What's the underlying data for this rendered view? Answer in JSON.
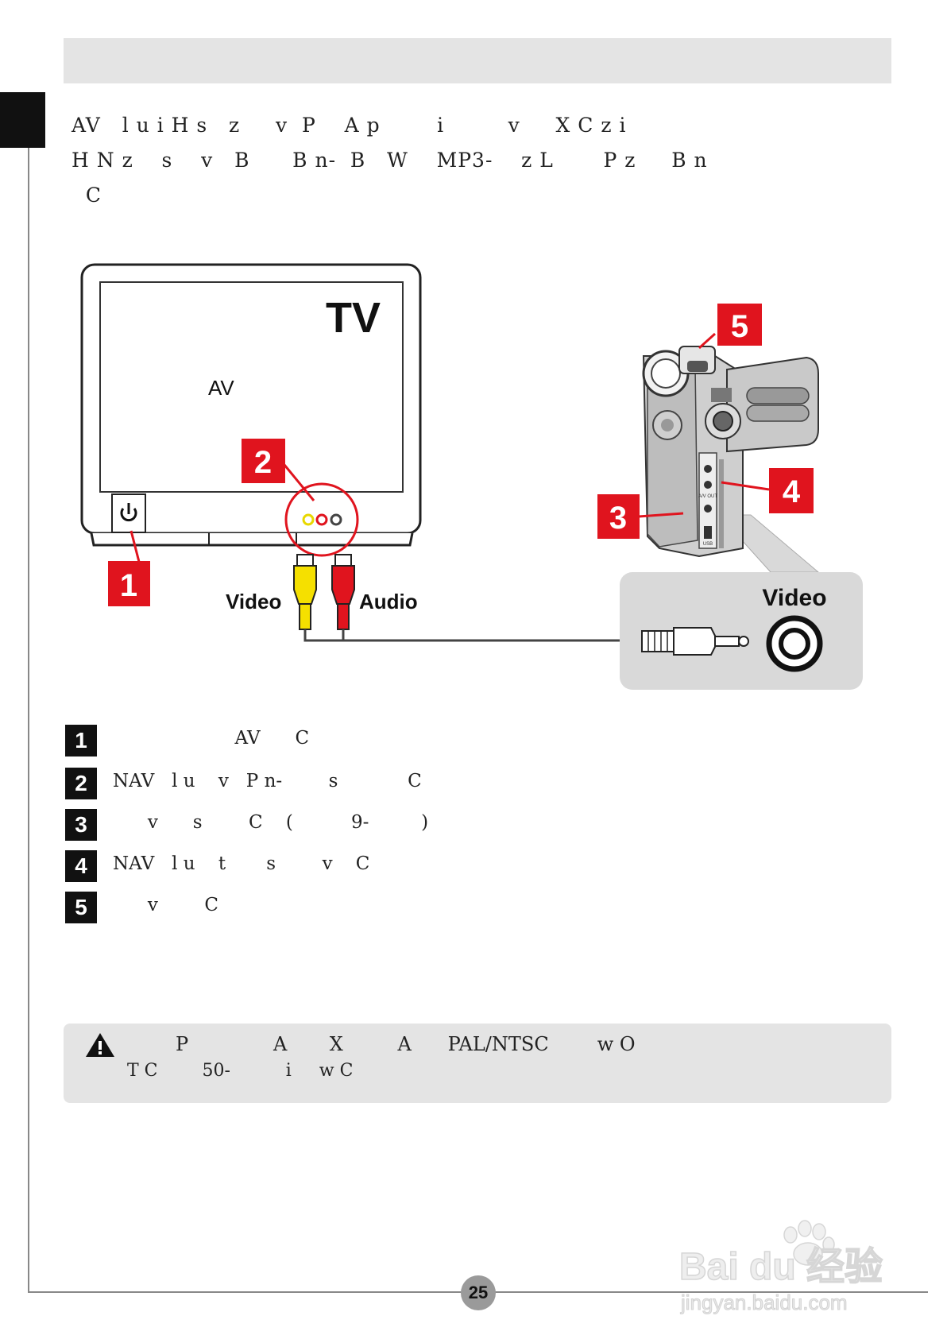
{
  "intro": {
    "line1": "AV   l u i H s   z     v  P    A p        i         v     X C z i",
    "line2": "H N z    s    v   B      B n-  B   W    MP3-    z L       P z     B n",
    "line3": "  C"
  },
  "diagram": {
    "tv_title": "TV",
    "tv_screen_label": "AV",
    "video_label": "Video",
    "audio_label": "Audio",
    "jack_label": "Video",
    "callouts": [
      "1",
      "2",
      "3",
      "4",
      "5"
    ],
    "camera_port_labels": [
      "A/V OUT",
      "USB"
    ],
    "colors": {
      "callout_red": "#e0141e",
      "video_plug": "#f5e000",
      "audio_plug": "#e0141e",
      "panel_gray": "#d9d9d9"
    }
  },
  "steps": [
    {
      "num": "1",
      "text": "                     AV      C"
    },
    {
      "num": "2",
      "text": "NAV   l u    v   P n-        s            C"
    },
    {
      "num": "3",
      "text": "      v      s        C    (          9-         )"
    },
    {
      "num": "4",
      "text": "NAV   l u    t       s        v    C"
    },
    {
      "num": "5",
      "text": "      v        C"
    }
  ],
  "note": {
    "icon": "warning-icon",
    "line1": "        P              A       X         A      PAL/NTSC        w O",
    "line2": "T C        50-          i     w C"
  },
  "page_number": "25",
  "watermark": {
    "logo": "Bai du 经验",
    "url": "jingyan.baidu.com"
  }
}
